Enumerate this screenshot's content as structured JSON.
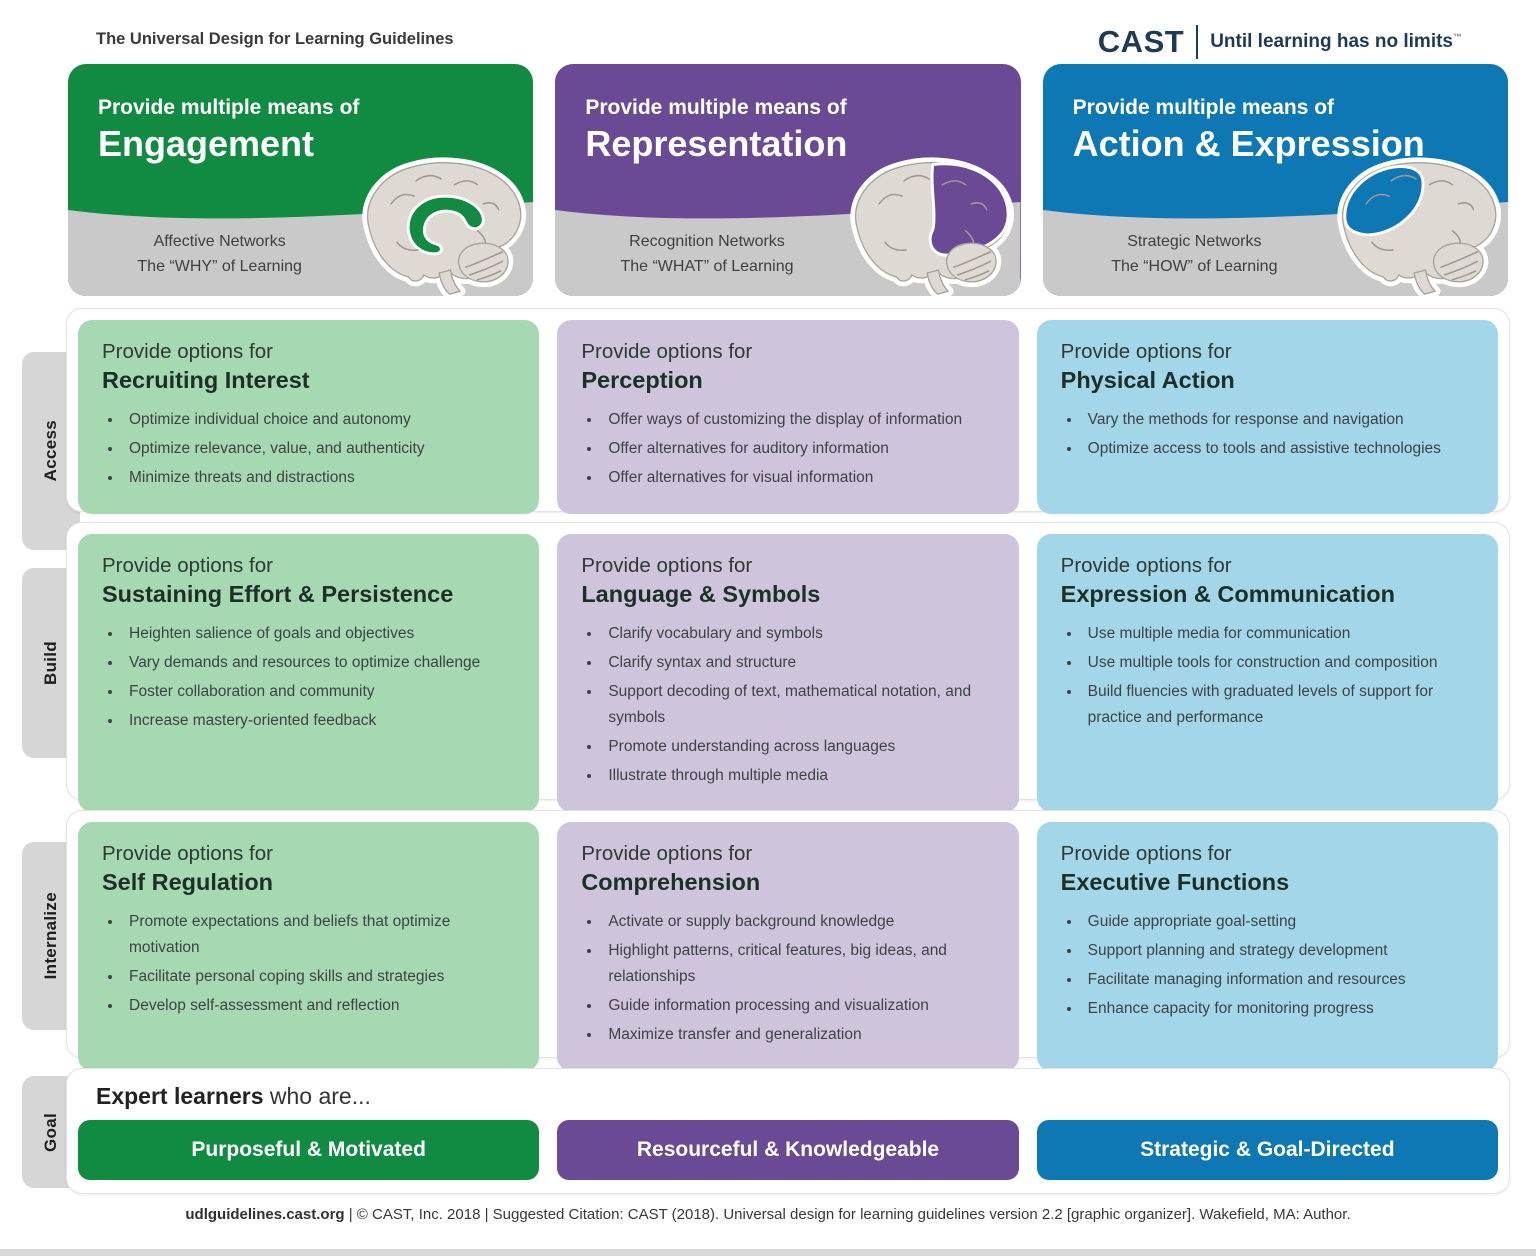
{
  "colors": {
    "green": "#118a42",
    "purple": "#6a4a95",
    "blue": "#0e78b5",
    "green-light": "#a6d8b2",
    "purple-light": "#cec5dc",
    "blue-light": "#a3d6e9",
    "band": "#c9c9c9",
    "tab": "#d6d6d6",
    "navy": "#1f3a57"
  },
  "page": {
    "title": "The Universal Design for Learning Guidelines"
  },
  "logo": {
    "brand": "CAST",
    "tagline": "Until learning has no limits",
    "tm": "™"
  },
  "labels": {
    "provide_means": "Provide multiple means of",
    "provide_options": "Provide options for"
  },
  "row_labels": [
    "Access",
    "Build",
    "Internalize",
    "Goal"
  ],
  "columns": [
    {
      "header": {
        "title": "Engagement",
        "network": "Affective Networks",
        "tagline": "The “WHY” of Learning"
      },
      "rows": [
        {
          "title": "Recruiting Interest",
          "bullets": [
            "Optimize individual choice and autonomy",
            "Optimize relevance, value, and authenticity",
            "Minimize threats and distractions"
          ]
        },
        {
          "title": "Sustaining Effort & Persistence",
          "bullets": [
            "Heighten salience of goals and objectives",
            "Vary demands and resources to optimize challenge",
            "Foster collaboration and community",
            "Increase mastery-oriented feedback"
          ]
        },
        {
          "title": "Self Regulation",
          "bullets": [
            "Promote expectations and beliefs that optimize motivation",
            "Facilitate personal coping skills and strategies",
            "Develop self-assessment and reflection"
          ]
        }
      ],
      "goal": "Purposeful & Motivated"
    },
    {
      "header": {
        "title": "Representation",
        "network": "Recognition Networks",
        "tagline": "The “WHAT” of Learning"
      },
      "rows": [
        {
          "title": "Perception",
          "bullets": [
            "Offer ways of customizing the display of information",
            "Offer alternatives for auditory information",
            "Offer alternatives for visual information"
          ]
        },
        {
          "title": "Language & Symbols",
          "bullets": [
            "Clarify vocabulary and symbols",
            "Clarify syntax and structure",
            "Support decoding of text, mathematical notation, and symbols",
            "Promote understanding across languages",
            "Illustrate through multiple media"
          ]
        },
        {
          "title": "Comprehension",
          "bullets": [
            "Activate or supply background knowledge",
            "Highlight patterns, critical features, big ideas, and relationships",
            "Guide information processing and visualization",
            "Maximize transfer and generalization"
          ]
        }
      ],
      "goal": "Resourceful & Knowledgeable"
    },
    {
      "header": {
        "title": "Action & Expression",
        "network": "Strategic Networks",
        "tagline": "The “HOW” of Learning"
      },
      "rows": [
        {
          "title": "Physical Action",
          "bullets": [
            "Vary the methods for response and navigation",
            "Optimize access to tools and assistive technologies"
          ]
        },
        {
          "title": "Expression & Communication",
          "bullets": [
            "Use multiple media for communication",
            "Use multiple tools for construction and composition",
            "Build fluencies with graduated levels of support for practice and performance"
          ]
        },
        {
          "title": "Executive Functions",
          "bullets": [
            "Guide appropriate goal-setting",
            "Support planning and strategy development",
            "Facilitate managing information and resources",
            "Enhance capacity for monitoring progress"
          ]
        }
      ],
      "goal": "Strategic & Goal-Directed"
    }
  ],
  "goal": {
    "heading_bold": "Expert learners",
    "heading_rest": " who are..."
  },
  "footer": {
    "site": "udlguidelines.cast.org",
    "rest": " | © CAST, Inc. 2018  |  Suggested Citation: CAST (2018). Universal design for learning guidelines version 2.2 [graphic organizer]. Wakefield, MA: Author."
  }
}
